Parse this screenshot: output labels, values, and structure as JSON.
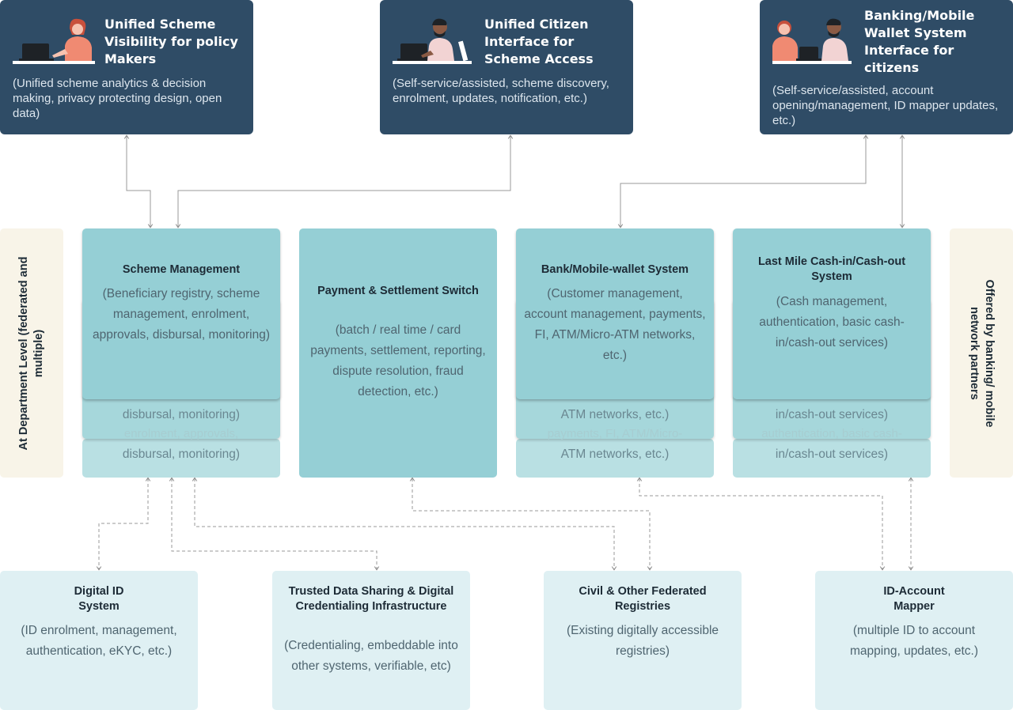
{
  "top_boxes": [
    {
      "title": "Unified Scheme Visibility for policy Makers",
      "desc": "(Unified scheme analytics & decision making, privacy protecting design, open data)"
    },
    {
      "title": "Unified Citizen Interface  for Scheme Access",
      "desc": "(Self-service/assisted, scheme discovery, enrolment, updates, notification, etc.)"
    },
    {
      "title": "Banking/Mobile Wallet System Interface for citizens",
      "desc": "(Self-service/assisted, account opening/management, ID mapper updates, etc.)"
    }
  ],
  "side_left": "At Department Level  (federated and multiple)",
  "side_right": "Offered by banking/ mobile network partners",
  "middle_boxes": [
    {
      "title": "Scheme Management",
      "desc": "(Beneficiary registry, scheme management, enrolment, approvals, disbursal, monitoring)",
      "ghost_line1": "disbursal, monitoring)",
      "ghost_faint": "enrolment, approvals,",
      "ghost_line2": "disbursal, monitoring)"
    },
    {
      "title": "Payment & Settlement Switch",
      "desc": "(batch / real time / card payments, settlement, reporting, dispute resolution, fraud detection, etc.)"
    },
    {
      "title": "Bank/Mobile-wallet System",
      "desc": "(Customer management, account management, payments, FI, ATM/Micro-ATM networks, etc.)",
      "ghost_line1": "ATM networks, etc.)",
      "ghost_faint": "payments, FI, ATM/Micro-",
      "ghost_line2": "ATM networks, etc.)"
    },
    {
      "title": "Last Mile  Cash-in/Cash-out System",
      "desc": "(Cash management, authentication, basic cash-in/cash-out services)",
      "ghost_line1": "in/cash-out services)",
      "ghost_faint": "authentication, basic cash-",
      "ghost_line2": "in/cash-out services)"
    }
  ],
  "bottom_boxes": [
    {
      "title": "Digital ID System",
      "desc": "(ID enrolment, management, authentication, eKYC, etc.)"
    },
    {
      "title": "Trusted Data Sharing & Digital Credentialing Infrastructure",
      "desc": "(Credentialing, embeddable into other systems, verifiable, etc)"
    },
    {
      "title": "Civil & Other Federated Registries",
      "desc": "(Existing digitally accessible registries)"
    },
    {
      "title": "ID-Account Mapper",
      "desc": "(multiple ID to account mapping, updates, etc.)"
    }
  ],
  "colors": {
    "top": "#2f4c66",
    "mid": "#95cfd5",
    "bottom": "#dff0f3",
    "side": "#f8f4e8",
    "person_skin": "#f08a72"
  }
}
